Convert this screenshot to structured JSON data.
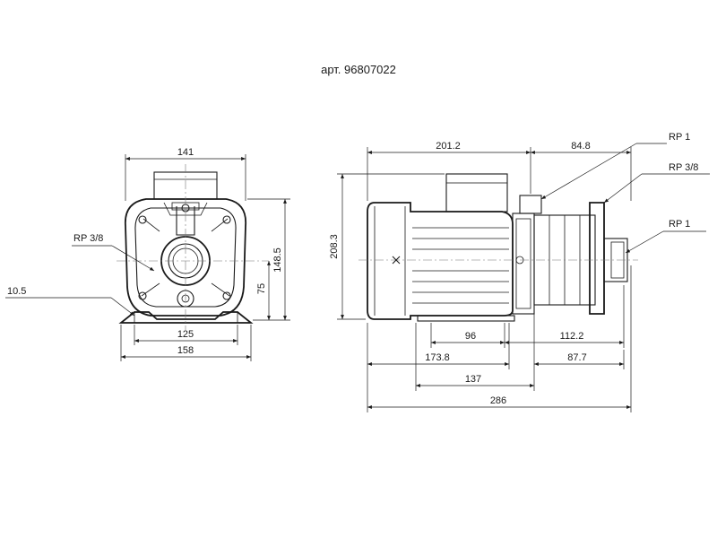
{
  "title": "арт. 96807022",
  "front_view": {
    "dim_width_top": "141",
    "dim_height_total": "148.5",
    "dim_shaft_height": "75",
    "dim_foot_offset": "10.5",
    "dim_foot_holes": "125",
    "dim_foot_width": "158",
    "callout_port": "RP 3/8"
  },
  "side_view": {
    "dim_motor_length": "201.2",
    "dim_pump_length": "84.8",
    "dim_height": "208.3",
    "dim_96": "96",
    "dim_112_2": "112.2",
    "dim_173_8": "173.8",
    "dim_87_7": "87.7",
    "dim_137": "137",
    "dim_total_length": "286",
    "callout_discharge": "RP 1",
    "callout_vent": "RP 3/8",
    "callout_suction": "RP 1"
  }
}
